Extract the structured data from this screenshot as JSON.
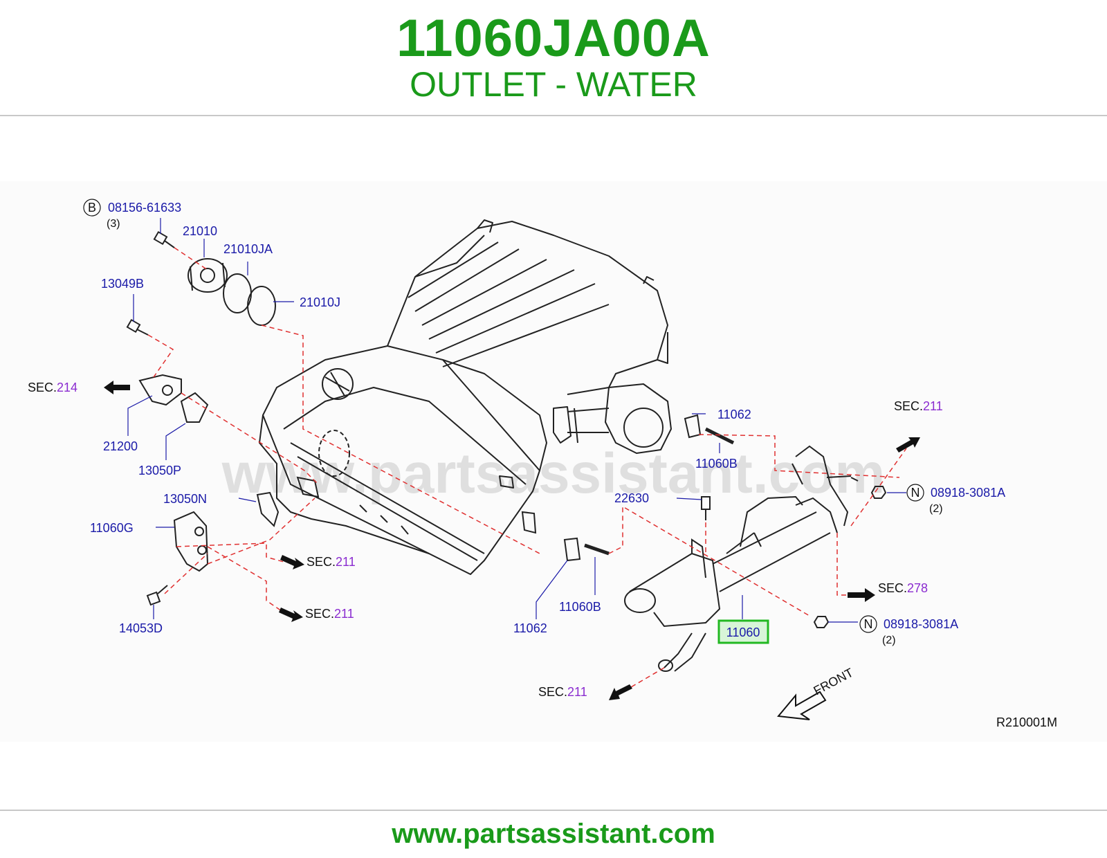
{
  "header": {
    "part_number": "11060JA00A",
    "part_name": "OUTLET - WATER"
  },
  "diagram": {
    "watermark": "www.partsassistant.com",
    "reference_code": "R210001M",
    "front_label": "FRONT",
    "callouts": [
      {
        "id": "b-code",
        "prefix": "B",
        "code": "08156-61633",
        "qty": "(3)"
      },
      {
        "id": "n-code-upper",
        "prefix": "N",
        "code": "08918-3081A",
        "qty": "(2)"
      },
      {
        "id": "n-code-lower",
        "prefix": "N",
        "code": "08918-3081A",
        "qty": "(2)"
      }
    ],
    "part_labels": {
      "p21010": "21010",
      "p21010ja": "21010JA",
      "p21010j": "21010J",
      "p13049b": "13049B",
      "p21200": "21200",
      "p13050p": "13050P",
      "p13050n": "13050N",
      "p11060g": "11060G",
      "p14053d": "14053D",
      "p11062_top": "11062",
      "p11060b_top": "11060B",
      "p22630": "22630",
      "p11062_bottom": "11062",
      "p11060b_bottom": "11060B",
      "p11060": "11060"
    },
    "section_refs": [
      {
        "id": "sec-214",
        "prefix": "SEC.",
        "number": "214"
      },
      {
        "id": "sec-211-a",
        "prefix": "SEC.",
        "number": "211"
      },
      {
        "id": "sec-211-b",
        "prefix": "SEC.",
        "number": "211"
      },
      {
        "id": "sec-211-top",
        "prefix": "SEC.",
        "number": "211"
      },
      {
        "id": "sec-278",
        "prefix": "SEC.",
        "number": "278"
      },
      {
        "id": "sec-211-bottom",
        "prefix": "SEC.",
        "number": "211"
      }
    ],
    "highlight_color": "#22b822"
  },
  "footer": {
    "url": "www.partsassistant.com"
  }
}
